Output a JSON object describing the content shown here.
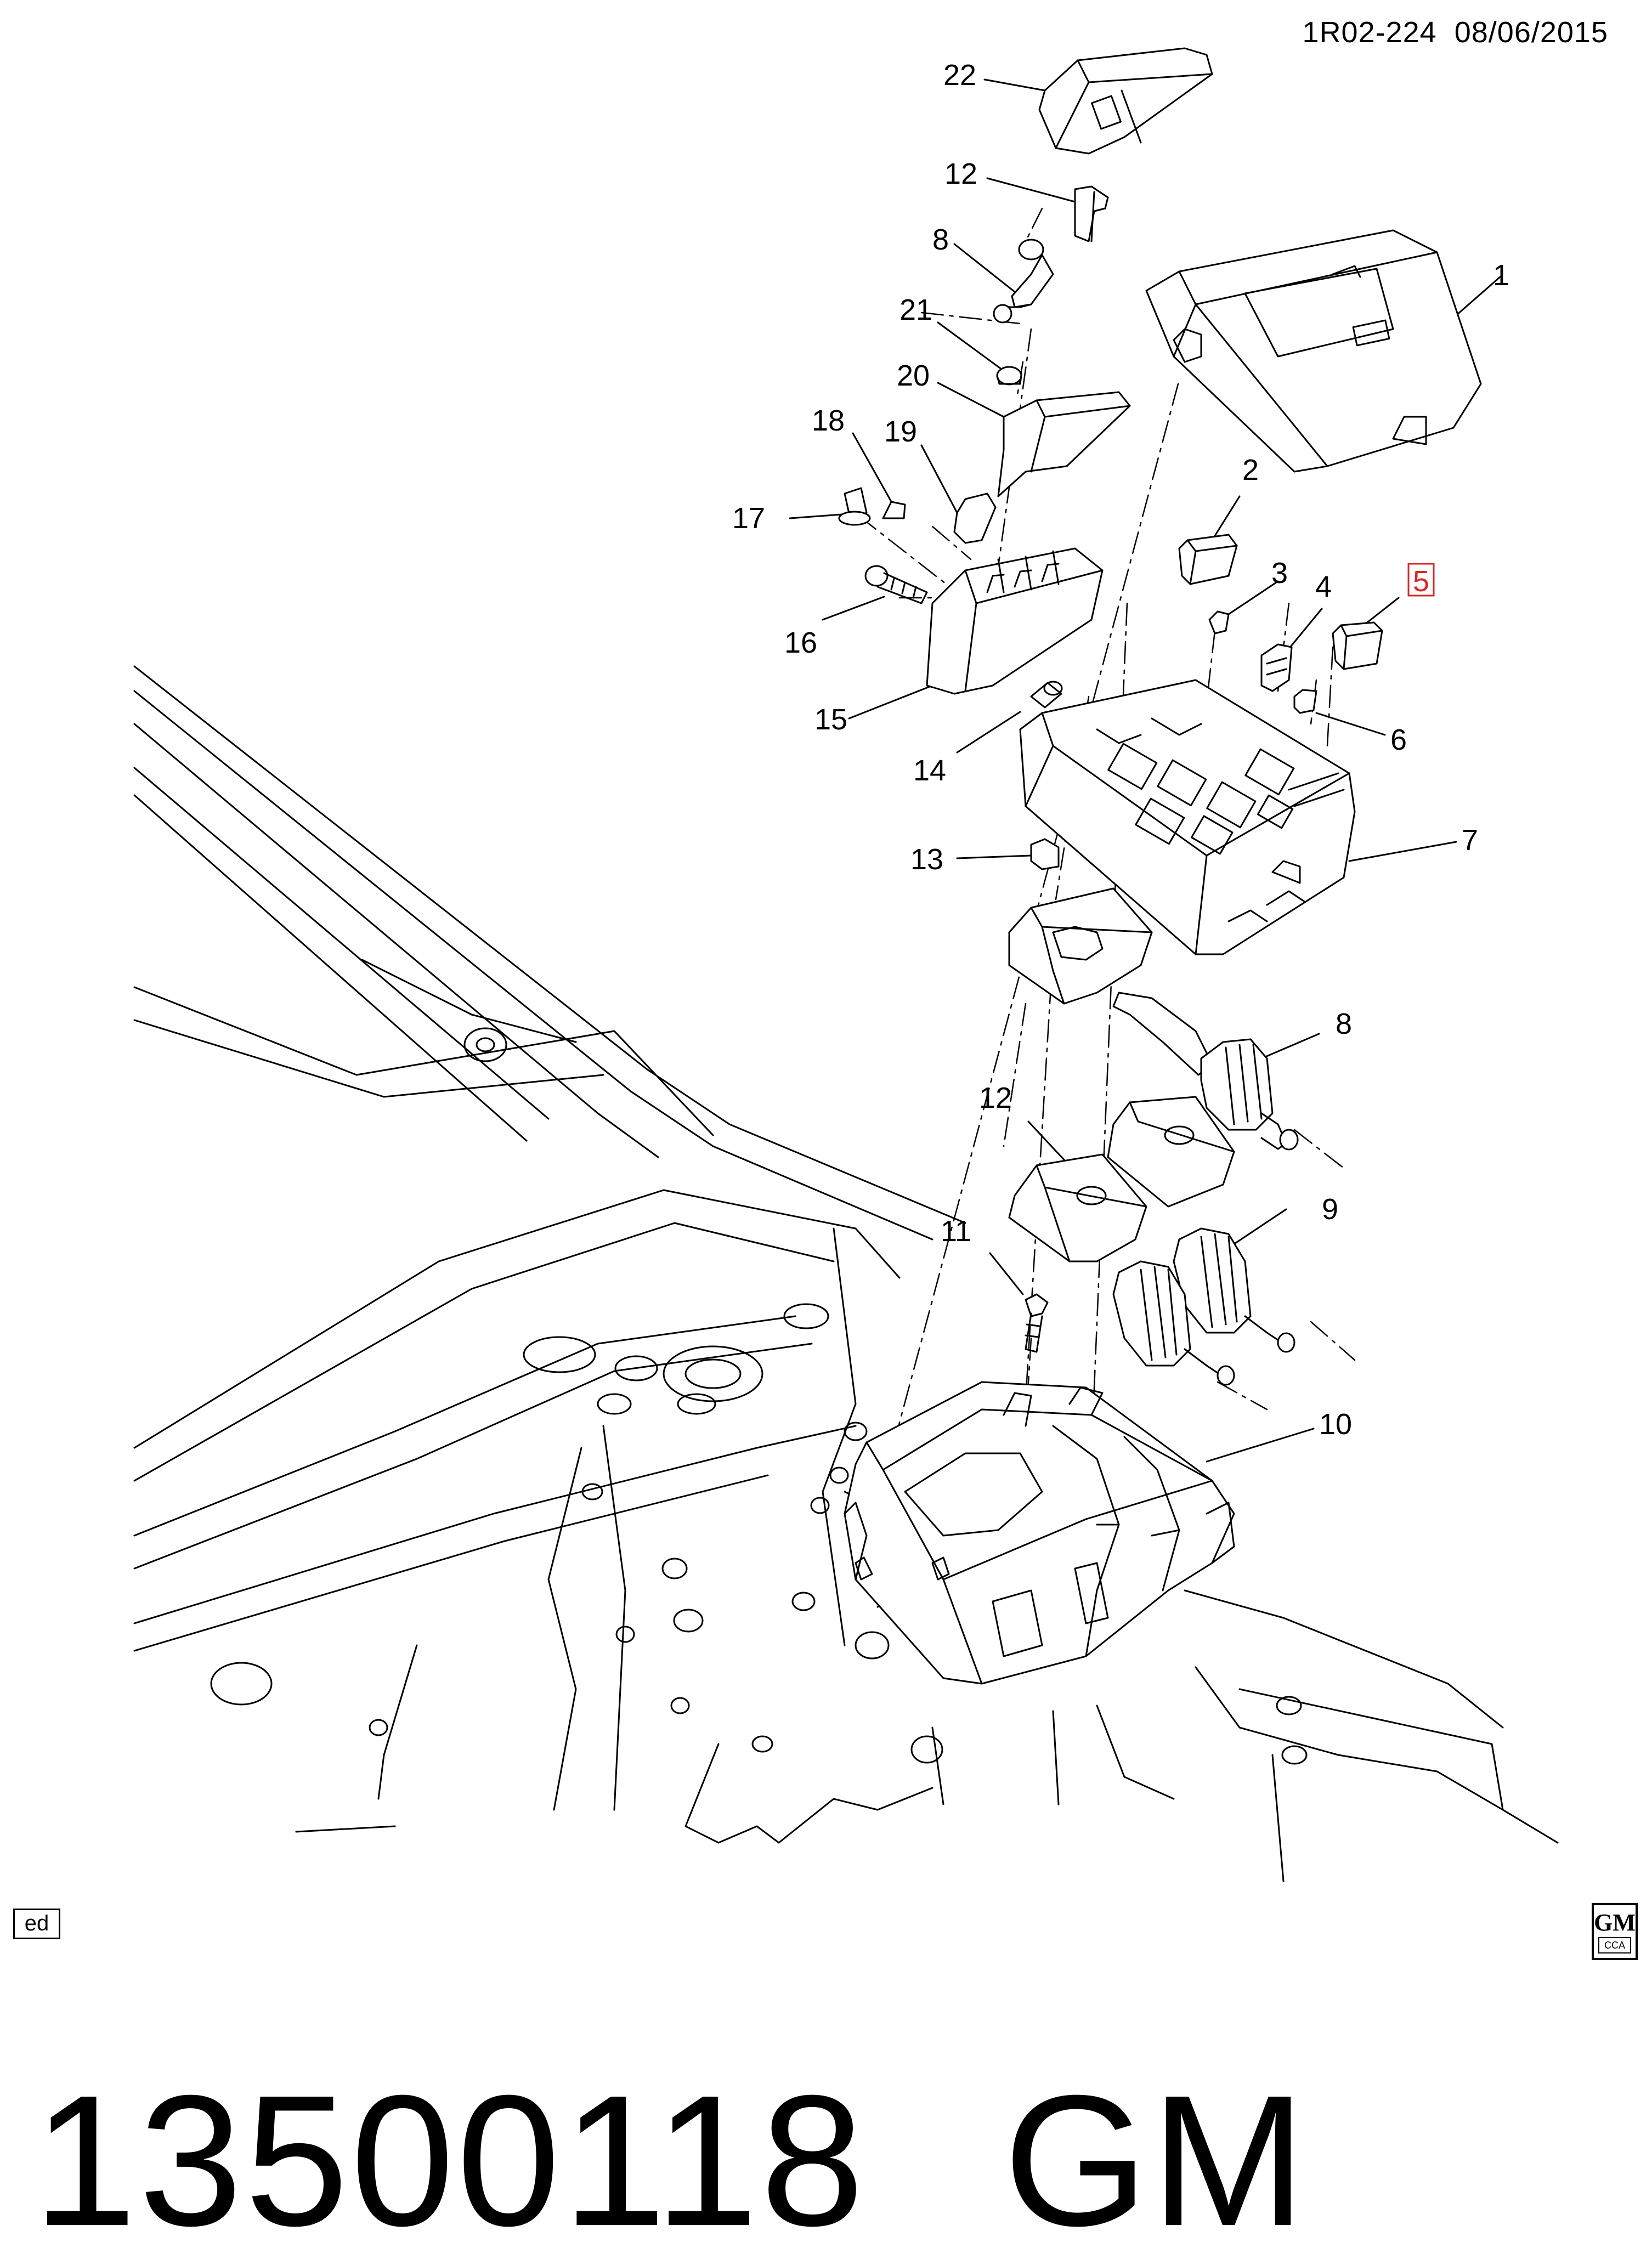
{
  "header": {
    "ref": "1R02-224",
    "date": "08/06/2015"
  },
  "corner_tag": "ed",
  "logo": {
    "brand": "GM",
    "sub": "CCA"
  },
  "caption": {
    "part_number": "13500118",
    "brand": "GM"
  },
  "callouts": [
    {
      "id": "c22",
      "text": "22"
    },
    {
      "id": "c12a",
      "text": "12"
    },
    {
      "id": "c8a",
      "text": "8"
    },
    {
      "id": "c21",
      "text": "21"
    },
    {
      "id": "c20",
      "text": "20"
    },
    {
      "id": "c18",
      "text": "18"
    },
    {
      "id": "c19",
      "text": "19"
    },
    {
      "id": "c17",
      "text": "17"
    },
    {
      "id": "c16",
      "text": "16"
    },
    {
      "id": "c15",
      "text": "15"
    },
    {
      "id": "c14",
      "text": "14"
    },
    {
      "id": "c13",
      "text": "13"
    },
    {
      "id": "c1",
      "text": "1"
    },
    {
      "id": "c2",
      "text": "2"
    },
    {
      "id": "c3",
      "text": "3"
    },
    {
      "id": "c4",
      "text": "4"
    },
    {
      "id": "c5",
      "text": "5",
      "highlight": true
    },
    {
      "id": "c6",
      "text": "6"
    },
    {
      "id": "c7",
      "text": "7"
    },
    {
      "id": "c8b",
      "text": "8"
    },
    {
      "id": "c12b",
      "text": "12"
    },
    {
      "id": "c9",
      "text": "9"
    },
    {
      "id": "c11",
      "text": "11"
    },
    {
      "id": "c10",
      "text": "10"
    }
  ],
  "highlight_color": "#d62828"
}
